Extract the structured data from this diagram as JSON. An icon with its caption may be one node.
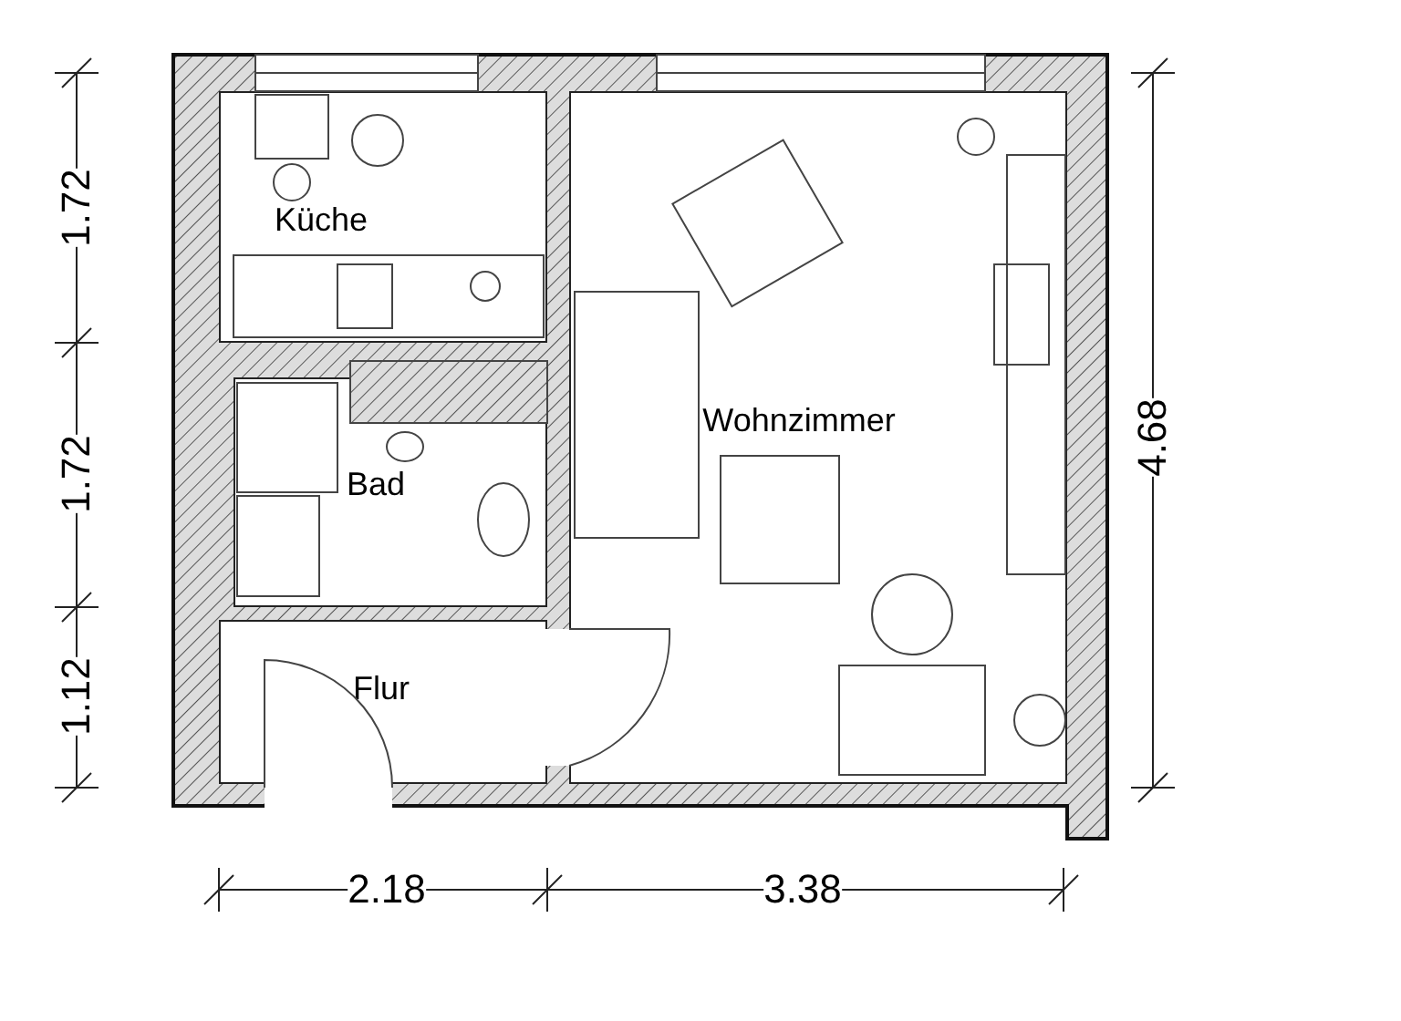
{
  "diagram": {
    "nodes": [
      {
        "text": [
          "Küche"
        ]
      },
      {
        "text": [
          "Bad"
        ]
      },
      {
        "text": [
          "Flur"
        ]
      },
      {
        "text": [
          "Wohnzimmer"
        ]
      }
    ],
    "edges": [],
    "labels": [
      "1.72",
      "1.72",
      "1.12",
      "4.68",
      "2.18",
      "3.38"
    ]
  }
}
